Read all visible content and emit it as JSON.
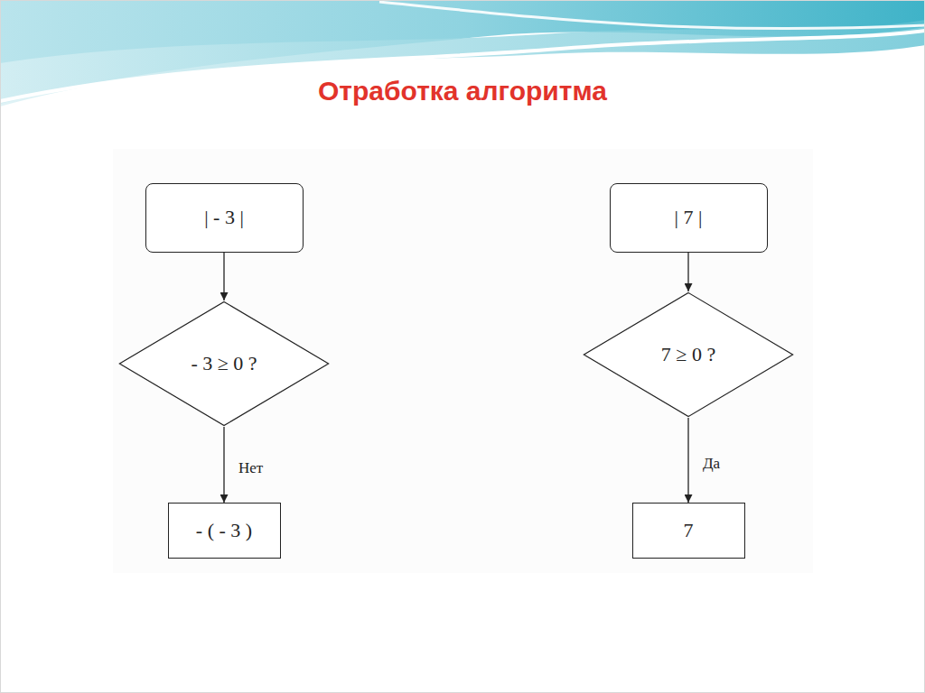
{
  "diagram": {
    "title": "Отработка алгоритма",
    "nodes": [
      {
        "text": [
          "| - 3 |"
        ]
      },
      {
        "text": [
          "- 3 ≥ 0 ?"
        ]
      },
      {
        "text": [
          "- ( - 3 )"
        ]
      },
      {
        "text": [
          "| 7 |"
        ]
      },
      {
        "text": [
          "7 ≥ 0 ?"
        ]
      },
      {
        "text": [
          "7"
        ]
      }
    ],
    "edges": [
      {
        "from": 0,
        "to": 1,
        "arrow": "to"
      },
      {
        "from": 1,
        "to": 2,
        "label": "Нет",
        "arrow": "to"
      },
      {
        "from": 3,
        "to": 4,
        "arrow": "to"
      },
      {
        "from": 4,
        "to": 5,
        "label": "Да",
        "arrow": "to"
      }
    ]
  }
}
